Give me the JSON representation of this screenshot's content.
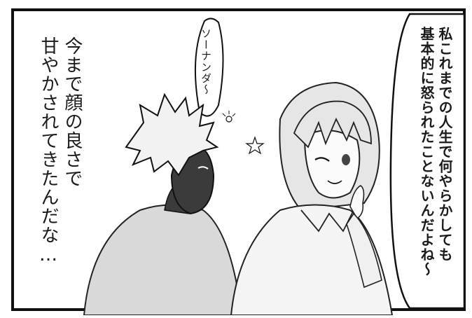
{
  "panel": {
    "narration_lines": [
      "今まで顔の良さで",
      "甘やかされてきたんだな…"
    ],
    "speech_lines": [
      "私これまでの人生で何やらかしても",
      "基本的に怒られたことないんだよね～"
    ],
    "mutter_text": "ソーナンダ～",
    "colors": {
      "ink": "#1a1a1a",
      "paper": "#ffffff",
      "skin_dark": "#3b3b3b",
      "tone": "#cfcfcf"
    }
  }
}
